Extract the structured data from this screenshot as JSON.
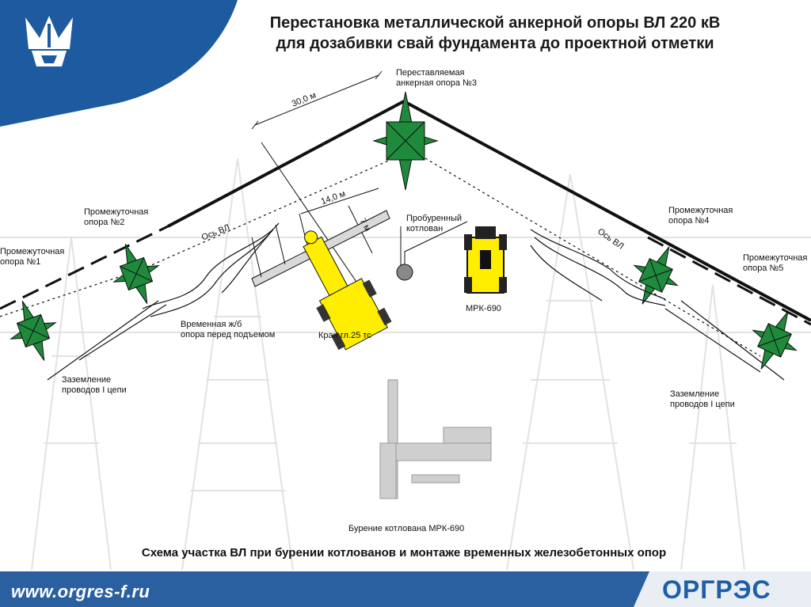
{
  "title": "Перестановка металлической анкерной опоры ВЛ 220 кВ\nдля  дозабивки свай фундамента до проектной отметки",
  "caption": "Схема участка ВЛ при бурении котлованов и монтаже временных железобетонных опор",
  "footer": {
    "url": "www.orgres-f.ru",
    "brand": "ОРГРЭС"
  },
  "labels": {
    "anchor3": "Переставляемая\nанкерная опора №3",
    "dim30": "30,0 м",
    "dim14": "14,0 м",
    "dim7": "7 м",
    "axis_left": "Ось ВЛ",
    "axis_right": "Ось ВЛ",
    "pit": "Пробуренный\nкотлован",
    "mrk": "МРК-690",
    "crane": "Кран гл.25 тс",
    "temp_pole": "Временная ж/б\nопора перед подъемом",
    "inter1": "Промежуточная\nопора №1",
    "inter2": "Промежуточная\nопора №2",
    "inter4": "Промежуточная\nопора №4",
    "inter5": "Промежуточная\nопора №5",
    "ground_left": "Заземление\nпроводов I  цепи",
    "ground_right": "Заземление\nпроводов I  цепи",
    "drilling": "Бурение котлована МРК-690"
  },
  "colors": {
    "header_blue": "#1d5aa0",
    "tower_green": "#1f8a3c",
    "crane_yellow": "#ffee00",
    "brand_blue": "#1e5fa8"
  },
  "icons": {
    "logo": "trident-crown-logo"
  }
}
